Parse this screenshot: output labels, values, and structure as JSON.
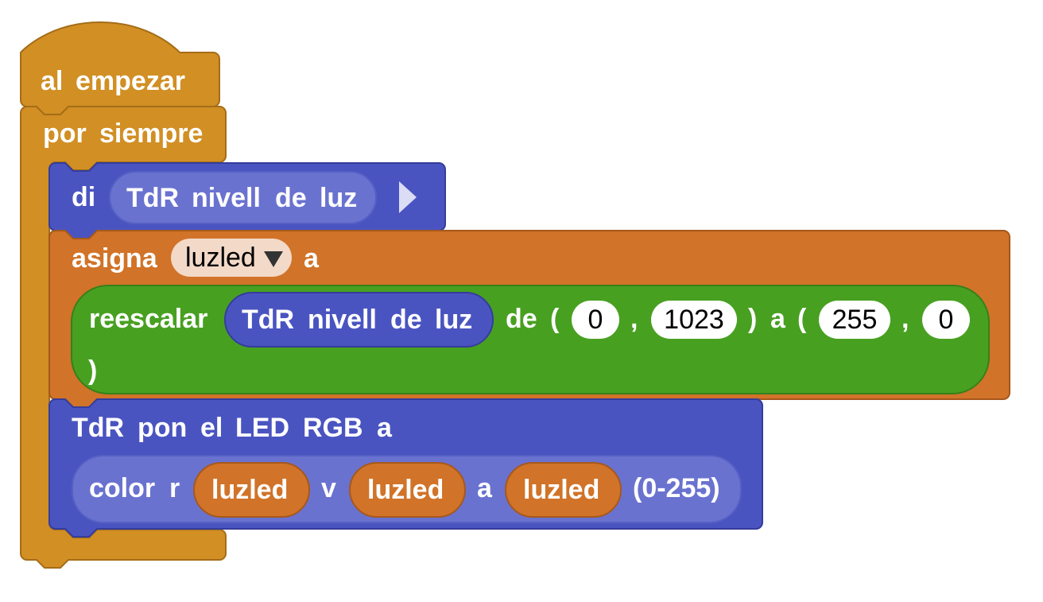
{
  "colors": {
    "control": "#d18f24",
    "control_border": "#a56d18",
    "blue": "#4a54c1",
    "blue_light": "#6a72d0",
    "orange": "#d17328",
    "green": "#48a021"
  },
  "on_start": {
    "label_1": "al",
    "label_2": "empezar"
  },
  "forever": {
    "label_1": "por",
    "label_2": "siempre"
  },
  "say_block": {
    "label": "di",
    "arg": {
      "w1": "TdR",
      "w2": "nivell",
      "w3": "de",
      "w4": "luz"
    },
    "expand_icon": "triangle-right-icon"
  },
  "set_block": {
    "label": "asigna",
    "variable": "luzled",
    "dropdown_icon": "triangle-down-icon",
    "suffix": "a"
  },
  "map_block": {
    "label": "reescalar",
    "arg": {
      "w1": "TdR",
      "w2": "nivell",
      "w3": "de",
      "w4": "luz"
    },
    "from_label": "de",
    "open_paren_1": "(",
    "from_low": "0",
    "comma_1": ",",
    "from_high": "1023",
    "close_a": ")",
    "to_label": "a",
    "open_paren_2": "(",
    "to_low": "255",
    "comma_2": ",",
    "to_high": "0",
    "close_paren": ")"
  },
  "led_block": {
    "w1": "TdR",
    "w2": "pon",
    "w3": "el",
    "w4": "LED",
    "w5": "RGB",
    "w6": "a",
    "color": {
      "w1": "color",
      "w2": "r",
      "r_var": "luzled",
      "g_label": "v",
      "g_var": "luzled",
      "b_label": "a",
      "b_var": "luzled",
      "range": "(0-255)"
    }
  }
}
